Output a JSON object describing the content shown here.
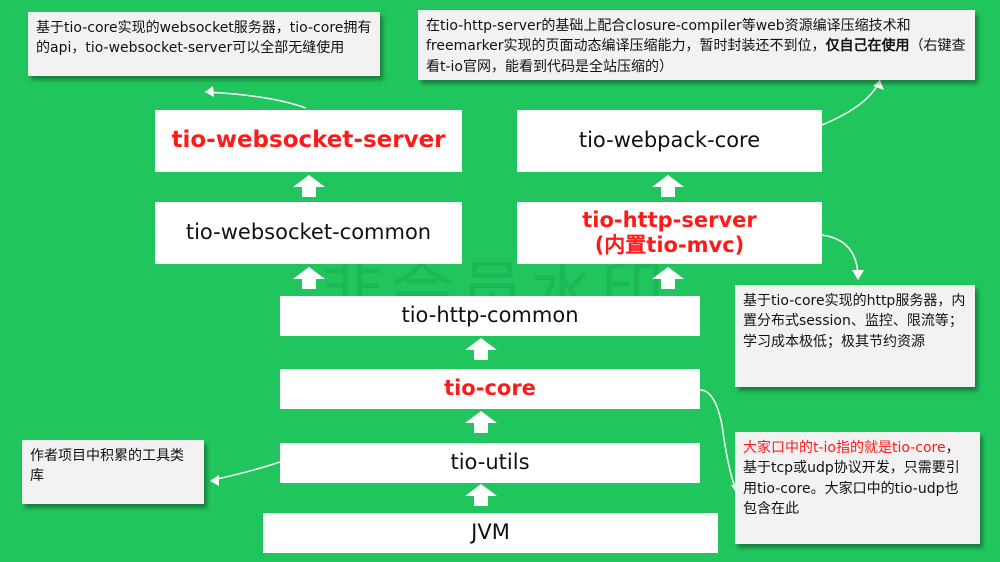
{
  "watermark": "非会员水印",
  "boxes": {
    "jvm": "JVM",
    "utils": "tio-utils",
    "core": "tio-core",
    "http_common": "tio-http-common",
    "websocket_common": "tio-websocket-common",
    "websocket_server": "tio-websocket-server",
    "http_server_line1": "tio-http-server",
    "http_server_line2": "(内置tio-mvc)",
    "webpack_core": "tio-webpack-core"
  },
  "notes": {
    "websocket_server": "基于tio-core实现的websocket服务器，tio-core拥有的api，tio-websocket-server可以全部无缝使用",
    "webpack_core_part1": "在tio-http-server的基础上配合closure-compiler等web资源编译压缩技术和freemarker实现的页面动态编译压缩能力，暂时封装还不到位，",
    "webpack_core_bold": "仅自己在使用",
    "webpack_core_part2": "（右键查看t-io官网，能看到代码是全站压缩的）",
    "http_server": "基于tio-core实现的http服务器，内置分布式session、监控、限流等；学习成本极低；极其节约资源",
    "core_red": "大家口中的t-io指的就是tio-core",
    "core_rest": "，基于tcp或udp协议开发，只需要引用tio-core。大家口中的tio-udp也包含在此",
    "utils": "作者项目中积累的工具类库"
  }
}
